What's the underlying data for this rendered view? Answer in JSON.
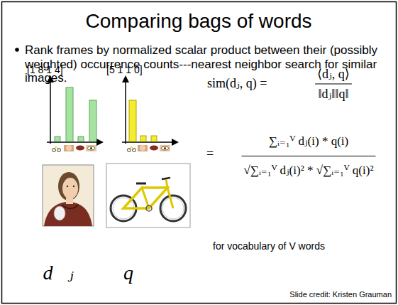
{
  "diagram": {
    "title": "Comparing bags of words",
    "labels": [
      "Rank frames by normalized scalar product between their (possibly weighted) occurrence counts---nearest neighbor search for similar images.",
      "[1 8 1 4]",
      "[5 1 1 0]",
      "sim(dⱼ, q) =",
      "⟨dⱼ, q⟩",
      "‖dⱼ‖‖q‖",
      "=",
      "∑ᵢ₌₁ⱽ dⱼ(i) * q(i)",
      "√∑ᵢ₌₁ⱽ dⱼ(i)² * √∑ᵢ₌₁ⱽ q(i)²",
      "for vocabulary of V words",
      "d⃗ⱼ",
      "q⃗",
      "Slide credit: Kristen Grauman"
    ]
  }
}
